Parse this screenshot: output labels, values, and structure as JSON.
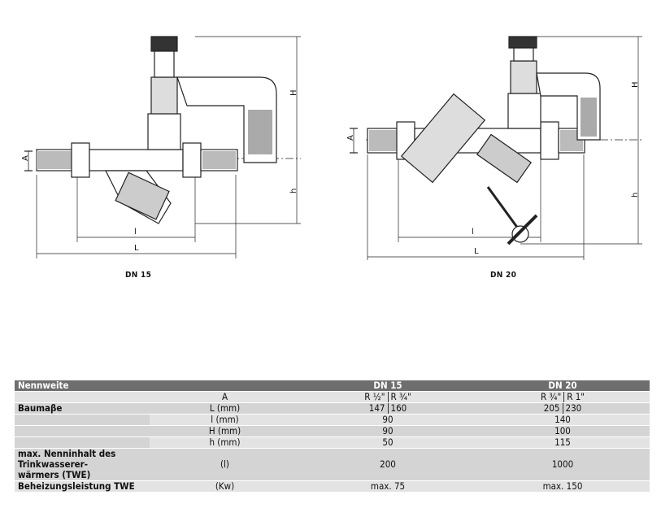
{
  "drawing_left": {
    "caption": "DN 15",
    "dims": {
      "A": "A",
      "H": "H",
      "h": "h",
      "l": "l",
      "L": "L"
    }
  },
  "drawing_right": {
    "caption": "DN 20",
    "dims": {
      "A": "A",
      "H": "H",
      "h": "h",
      "l": "l",
      "L": "L"
    }
  },
  "table": {
    "header": {
      "label": "Nennweite",
      "col1": "DN 15",
      "col2": "DN 20"
    },
    "rows": [
      {
        "label": "",
        "unit": "A",
        "dn15": [
          "R ½\"",
          "R ¾\""
        ],
        "dn20": [
          "R ¾\"",
          "R 1\""
        ]
      },
      {
        "label": "Baumaβe",
        "unit": "L (mm)",
        "dn15": [
          "147",
          "160"
        ],
        "dn20": [
          "205",
          "230"
        ]
      },
      {
        "label": "",
        "unit": "l (mm)",
        "dn15": "90",
        "dn20": "140"
      },
      {
        "label": "",
        "unit": "H (mm)",
        "dn15": "90",
        "dn20": "100"
      },
      {
        "label": "",
        "unit": "h (mm)",
        "dn15": "50",
        "dn20": "115"
      }
    ],
    "twe": {
      "label_lines": [
        "max. Nenninhalt des",
        "Trinkwasserer-",
        "wärmers (TWE)"
      ],
      "unit": "(l)",
      "dn15": "200",
      "dn20": "1000"
    },
    "power": {
      "label": "Beheizungsleistung TWE",
      "unit": "(Kw)",
      "dn15": "max. 75",
      "dn20": "max. 150"
    }
  }
}
